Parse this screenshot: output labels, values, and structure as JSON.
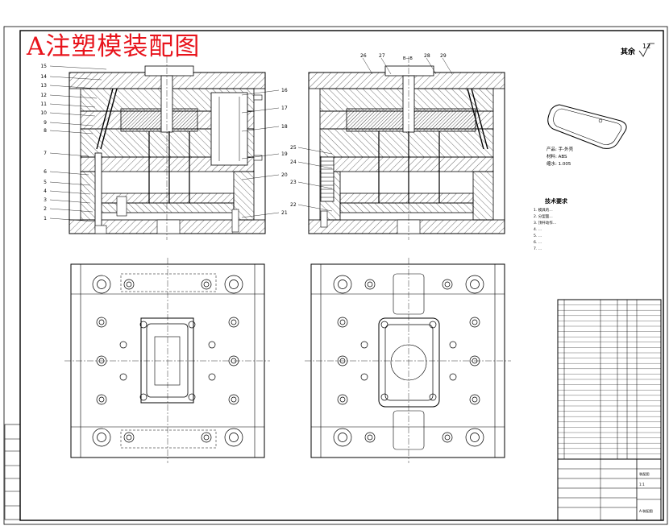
{
  "title": "A注塑模装配图",
  "section_label": "B—B",
  "roughness_note": "其余",
  "roughness_value": "12",
  "product_info": [
    "产品: 手-外壳",
    "材料: ABS",
    "缩水: 1.005"
  ],
  "tech_heading": "技术要求",
  "tech_lines": [
    "1. 模具的…",
    "2. 分型面…",
    "3. 顶杆动作…",
    "4. …",
    "5. …",
    "6. …",
    "7. …"
  ],
  "callouts_left": [
    "15",
    "14",
    "13",
    "12",
    "11",
    "10",
    "9",
    "8",
    "7",
    "6",
    "5",
    "4",
    "3",
    "2",
    "1"
  ],
  "callouts_right_of_left": [
    "16",
    "17",
    "18",
    "19",
    "20",
    "21"
  ],
  "callouts_right_view": [
    "25",
    "24",
    "23",
    "22"
  ],
  "callouts_top_right_view": [
    "26",
    "27",
    "28",
    "29"
  ],
  "bom_rows": 30,
  "title_block_bottom": "A-装配图",
  "title_block_scale": "1:1",
  "title_block_material": "装配图"
}
